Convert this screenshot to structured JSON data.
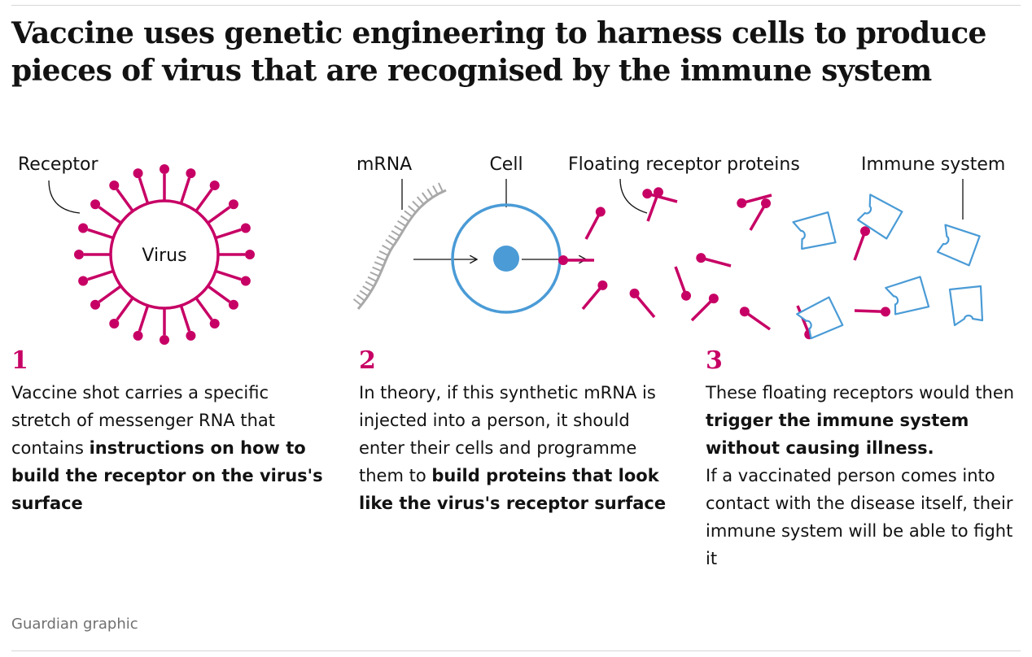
{
  "headline": {
    "line1": "Vaccine uses genetic engineering to harness cells to produce",
    "line2": "pieces of virus that are recognised by the immune system"
  },
  "labels": {
    "receptor": "Receptor",
    "virus": "Virus",
    "mrna": "mRNA",
    "cell": "Cell",
    "floating_proteins": "Floating receptor proteins",
    "immune_system": "Immune system"
  },
  "steps": [
    {
      "number": "1",
      "text_a": "Vaccine shot carries a specific stretch of messenger RNA that contains ",
      "bold_a": "instructions on how to build the receptor on the virus's surface"
    },
    {
      "number": "2",
      "text_a": "In theory, if this synthetic mRNA is injected into a person, it should enter their cells and programme them to ",
      "bold_a": "build proteins that look like the virus's receptor surface"
    },
    {
      "number": "3",
      "text_a": "These floating receptors would then ",
      "bold_a": "trigger the immune system without causing illness.",
      "text_b": "If a vaccinated person comes into contact with the disease itself, their immune system will be able to fight it"
    }
  ],
  "credit": "Guardian graphic",
  "colors": {
    "receptor": "#c70065",
    "cell": "#4a9bd6",
    "immune": "#4a9bd6",
    "mrna": "#a8a8a8",
    "step_number": "#c70065"
  }
}
